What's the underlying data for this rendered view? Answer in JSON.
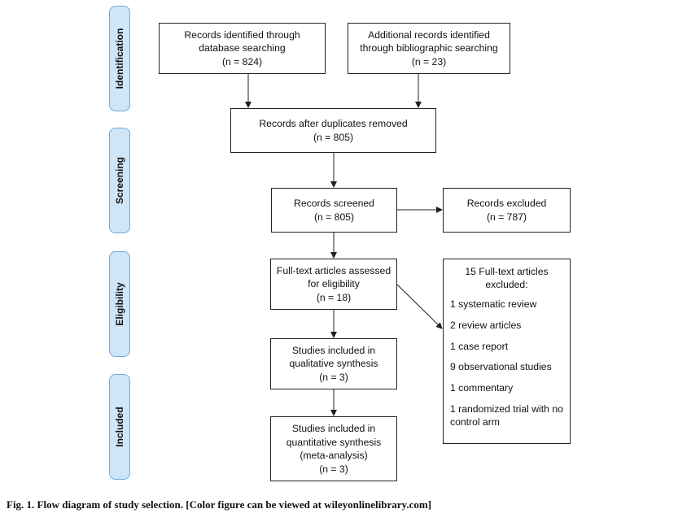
{
  "phases": {
    "identification": "Identification",
    "screening": "Screening",
    "eligibility": "Eligibility",
    "included": "Included"
  },
  "boxes": {
    "database": [
      "Records identified through",
      "database searching",
      "(n = 824)"
    ],
    "bibliographic": [
      "Additional records identified",
      "through bibliographic searching",
      "(n = 23)"
    ],
    "after_duplicates": [
      "Records after duplicates removed",
      "(n = 805)"
    ],
    "screened": [
      "Records screened",
      "(n = 805)"
    ],
    "excluded": [
      "Records excluded",
      "(n = 787)"
    ],
    "fulltext": [
      "Full-text articles assessed",
      "for eligibility",
      "(n = 18)"
    ],
    "qualitative": [
      "Studies included in",
      "qualitative synthesis",
      "(n = 3)"
    ],
    "quantitative": [
      "Studies included in",
      "quantitative synthesis",
      "(meta-analysis)",
      "(n = 3)"
    ]
  },
  "fulltext_excluded": {
    "heading": [
      "15 Full-text articles",
      "excluded:"
    ],
    "reasons": [
      [
        "1 systematic review"
      ],
      [
        "2 review articles"
      ],
      [
        "1 case report"
      ],
      [
        "9 observational studies"
      ],
      [
        "1 commentary"
      ],
      [
        "1 randomized trial with no",
        "control arm"
      ]
    ]
  },
  "caption": "Fig. 1. Flow diagram of study selection. [Color figure can be viewed at wileyonlinelibrary.com]",
  "colors": {
    "phase_fill": "#cfe6f8",
    "phase_border": "#6fa8d6",
    "line": "#222222"
  }
}
